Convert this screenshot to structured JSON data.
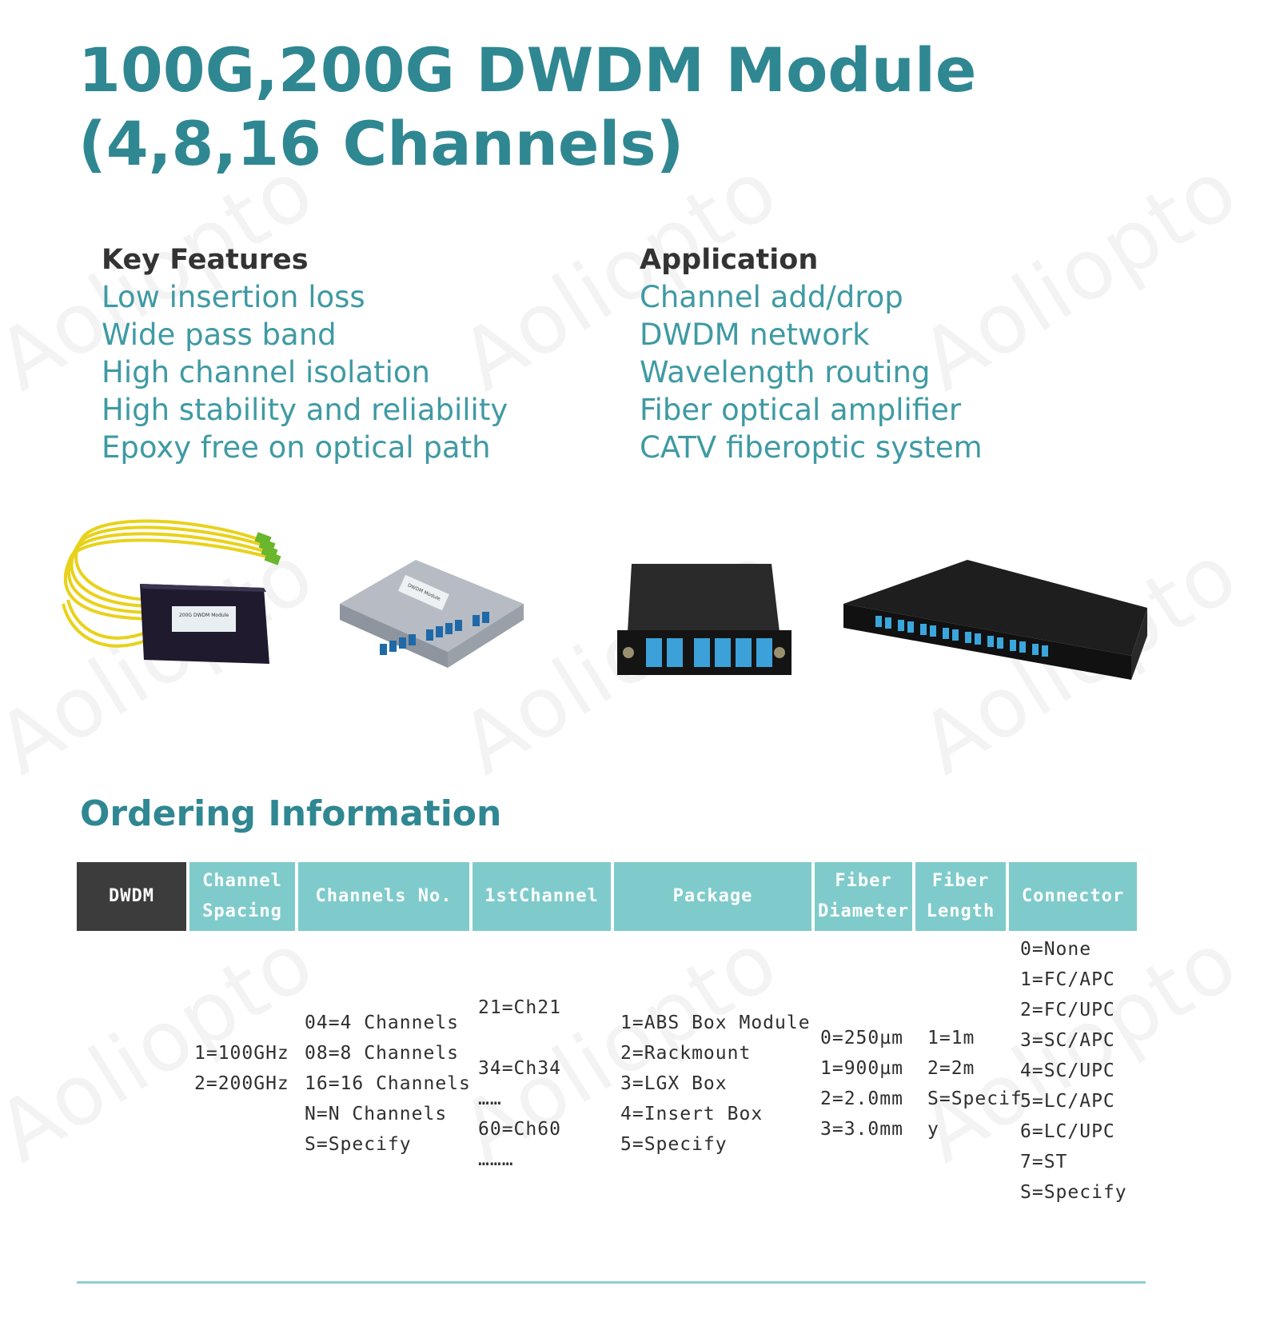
{
  "watermark_text": "Aoliopto",
  "title": {
    "line1": "100G,200G DWDM Module",
    "line2": "(4,8,16 Channels)"
  },
  "key_features": {
    "heading": "Key Features",
    "items": [
      "Low insertion loss",
      "Wide pass band",
      "High channel isolation",
      "High stability and reliability",
      "Epoxy free on optical path"
    ]
  },
  "application": {
    "heading": "Application",
    "items": [
      "Channel add/drop",
      "DWDM network",
      "Wavelength routing",
      "Fiber optical amplifier",
      "CATV fiberoptic system"
    ]
  },
  "products": [
    {
      "name": "ABS box module with yellow fiber pigtails",
      "label": "200G DWDM Module"
    },
    {
      "name": "Insert box module",
      "label": "DWDM Module"
    },
    {
      "name": "LGX box module"
    },
    {
      "name": "Rackmount module"
    }
  ],
  "ordering": {
    "heading": "Ordering Information",
    "headers": {
      "dwdm": "DWDM",
      "spacing": [
        "Channel",
        "Spacing"
      ],
      "channels": "Channels No.",
      "first": "1stChannel",
      "package": "Package",
      "diameter": [
        "Fiber",
        "Diameter"
      ],
      "length": [
        "Fiber",
        "Length"
      ],
      "connector": "Connector"
    },
    "spacing": [
      "1=100GHz",
      "2=200GHz"
    ],
    "channels": [
      "04=4 Channels",
      "08=8 Channels",
      "16=16 Channels",
      "N=N Channels",
      "S=Specify"
    ],
    "first": [
      "21=Ch21",
      "",
      "34=Ch34",
      "……",
      "60=Ch60",
      "………"
    ],
    "package": [
      "1=ABS Box Module",
      "2=Rackmount",
      "3=LGX Box",
      "4=Insert Box",
      "5=Specify"
    ],
    "diameter": [
      "0=250µm",
      "1=900µm",
      "2=2.0mm",
      "3=3.0mm"
    ],
    "length": [
      "1=1m",
      "2=2m",
      "S=Specif",
      "y"
    ],
    "connector": [
      "0=None",
      "1=FC/APC",
      "2=FC/UPC",
      "3=SC/APC",
      "4=SC/UPC",
      "5=LC/APC",
      "6=LC/UPC",
      "7=ST",
      "S=Specify"
    ]
  }
}
